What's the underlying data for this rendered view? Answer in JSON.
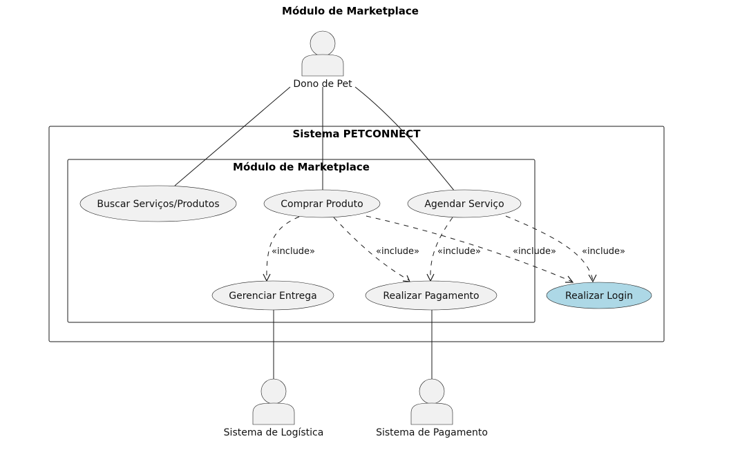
{
  "diagram_title": "Módulo de Marketplace",
  "system": {
    "title": "Sistema PETCONNECT"
  },
  "module": {
    "title": "Módulo de Marketplace"
  },
  "actors": {
    "pet_owner": "Dono de Pet",
    "logistics": "Sistema de Logística",
    "payment_system": "Sistema de Pagamento"
  },
  "use_cases": {
    "search": "Buscar Serviços/Produtos",
    "buy": "Comprar Produto",
    "schedule": "Agendar Serviço",
    "delivery": "Gerenciar Entrega",
    "payment": "Realizar Pagamento",
    "login": "Realizar Login"
  },
  "relations": {
    "include_label": "«include»"
  },
  "colors": {
    "use_case_fill": "#f1f1f1",
    "login_fill": "#add8e6",
    "stroke": "#181818"
  }
}
